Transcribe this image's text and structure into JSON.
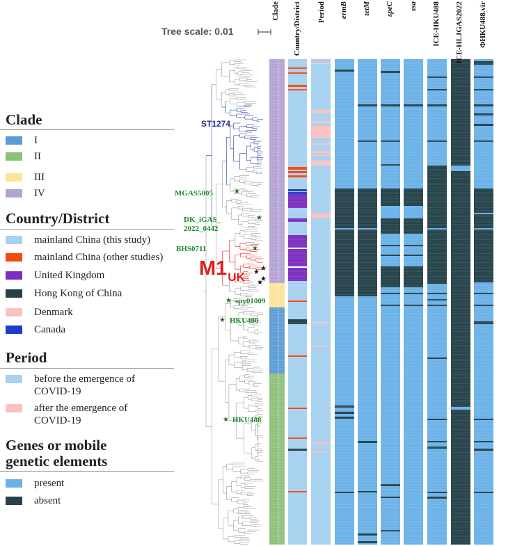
{
  "tree_scale": "Tree scale: 0.01",
  "columns": [
    {
      "name": "Clade",
      "italic": false
    },
    {
      "name": "Country/District",
      "italic": false
    },
    {
      "name": "Period",
      "italic": false
    },
    {
      "name": "ermB",
      "italic": true
    },
    {
      "name": "tetM",
      "italic": true
    },
    {
      "name": "speC",
      "italic": true
    },
    {
      "name": "ssa",
      "italic": true
    },
    {
      "name": "ICE-HKU488",
      "italic": false
    },
    {
      "name": "ICE-HLJGAS2022",
      "italic": false
    },
    {
      "name": "ΦHKU488.vir",
      "italic": false
    }
  ],
  "legend": {
    "clade": {
      "title": "Clade",
      "items": [
        {
          "label": "I",
          "color": "#5b9bd5"
        },
        {
          "label": "II",
          "color": "#8dc07a"
        },
        {
          "label": "III",
          "color": "#fce497"
        },
        {
          "label": "IV",
          "color": "#b4a2d4"
        }
      ]
    },
    "country": {
      "title": "Country/District",
      "items": [
        {
          "label": "mainland China (this study)",
          "color": "#a6d1f0"
        },
        {
          "label": "mainland China (other studies)",
          "color": "#f24a12"
        },
        {
          "label": "United Kingdom",
          "color": "#7b2fbf"
        },
        {
          "label": "Hong Kong of China",
          "color": "#25424a"
        },
        {
          "label": "Denmark",
          "color": "#fbc1c1"
        },
        {
          "label": "Canada",
          "color": "#1e3cc9"
        }
      ]
    },
    "period": {
      "title": "Period",
      "items": [
        {
          "label_lines": [
            "before the emergence of",
            "COVID-19"
          ],
          "color": "#a6d1f0"
        },
        {
          "label_lines": [
            "after the emergence of",
            "COVID-19"
          ],
          "color": "#fbc1c1"
        }
      ]
    },
    "genes": {
      "title_lines": [
        "Genes or mobile",
        "genetic elements"
      ],
      "items": [
        {
          "label": "present",
          "color": "#6bb2e8"
        },
        {
          "label": "absent",
          "color": "#25424a"
        }
      ]
    }
  },
  "strain_labels": [
    {
      "label": "MGAS5005",
      "star_color": "#1e6b1e"
    },
    {
      "label_lines": [
        "DK_iGAS_",
        "2022_0442"
      ],
      "star_color": "#1e6b1e"
    },
    {
      "label": "BHS0711",
      "star_color": "#1e6b1e"
    },
    {
      "label": "spy01009",
      "star_color": "#1e6b1e"
    },
    {
      "label": "HKU480",
      "star_color": "#1e6b1e"
    },
    {
      "label": "HKU488",
      "star_color": "#1e6b1e"
    }
  ],
  "lineage_labels": {
    "st1274": "ST1274",
    "m1_main": "M1",
    "m1_sub": "UK"
  },
  "colors": {
    "tree_branch": "#999999",
    "st1274_branch": "#1f3fa8",
    "m1uk_branch": "#e0201a",
    "present": "#6bb2e8",
    "absent": "#25424a",
    "star_black": "#111111"
  }
}
